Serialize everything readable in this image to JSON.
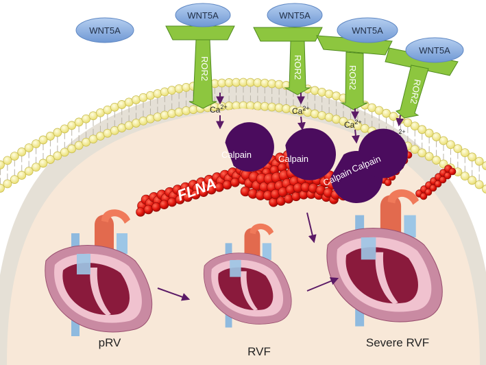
{
  "diagram": {
    "free_ligand": "WNT5A",
    "receptors": [
      {
        "ligand": "WNT5A",
        "receptor": "ROR2",
        "ion": "Ca",
        "charge": "2+"
      },
      {
        "ligand": "WNT5A",
        "receptor": "ROR2",
        "ion": "Ca",
        "charge": "2+"
      },
      {
        "ligand": "WNT5A",
        "receptor": "ROR2",
        "ion": "Ca",
        "charge": "2+"
      },
      {
        "ligand": "WNT5A",
        "receptor": "ROR2",
        "ion": "Ca",
        "charge": "2+"
      }
    ],
    "calpain_label": "Calpain",
    "filament_label": "FLNA",
    "stages": [
      "pRV",
      "RVF",
      "Severe RVF"
    ]
  },
  "colors": {
    "ligand": "#8fb3e3",
    "receptor": "#8dc63f",
    "calpain": "#4b0c5e",
    "filamin": "#d9100c",
    "cytoplasm": "#f8e8d8",
    "lipid_head": "#fbf6a8",
    "arrow": "#5b1a66"
  }
}
